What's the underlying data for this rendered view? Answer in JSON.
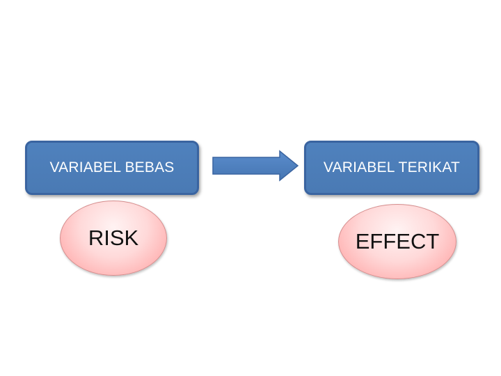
{
  "diagram": {
    "left_box": {
      "label": "VARIABEL BEBAS"
    },
    "right_box": {
      "label": "VARIABEL TERIKAT"
    },
    "left_oval": {
      "label": "RISK"
    },
    "right_oval": {
      "label": "EFFECT"
    },
    "arrow": {
      "icon": "right-arrow-icon",
      "direction": "right"
    },
    "colors": {
      "box_fill": "#4f81bd",
      "box_border": "#3a64a0",
      "box_text": "#ffffff",
      "oval_fill": "#ffc9c9",
      "oval_border": "#d58d8d",
      "oval_text": "#111111"
    }
  }
}
